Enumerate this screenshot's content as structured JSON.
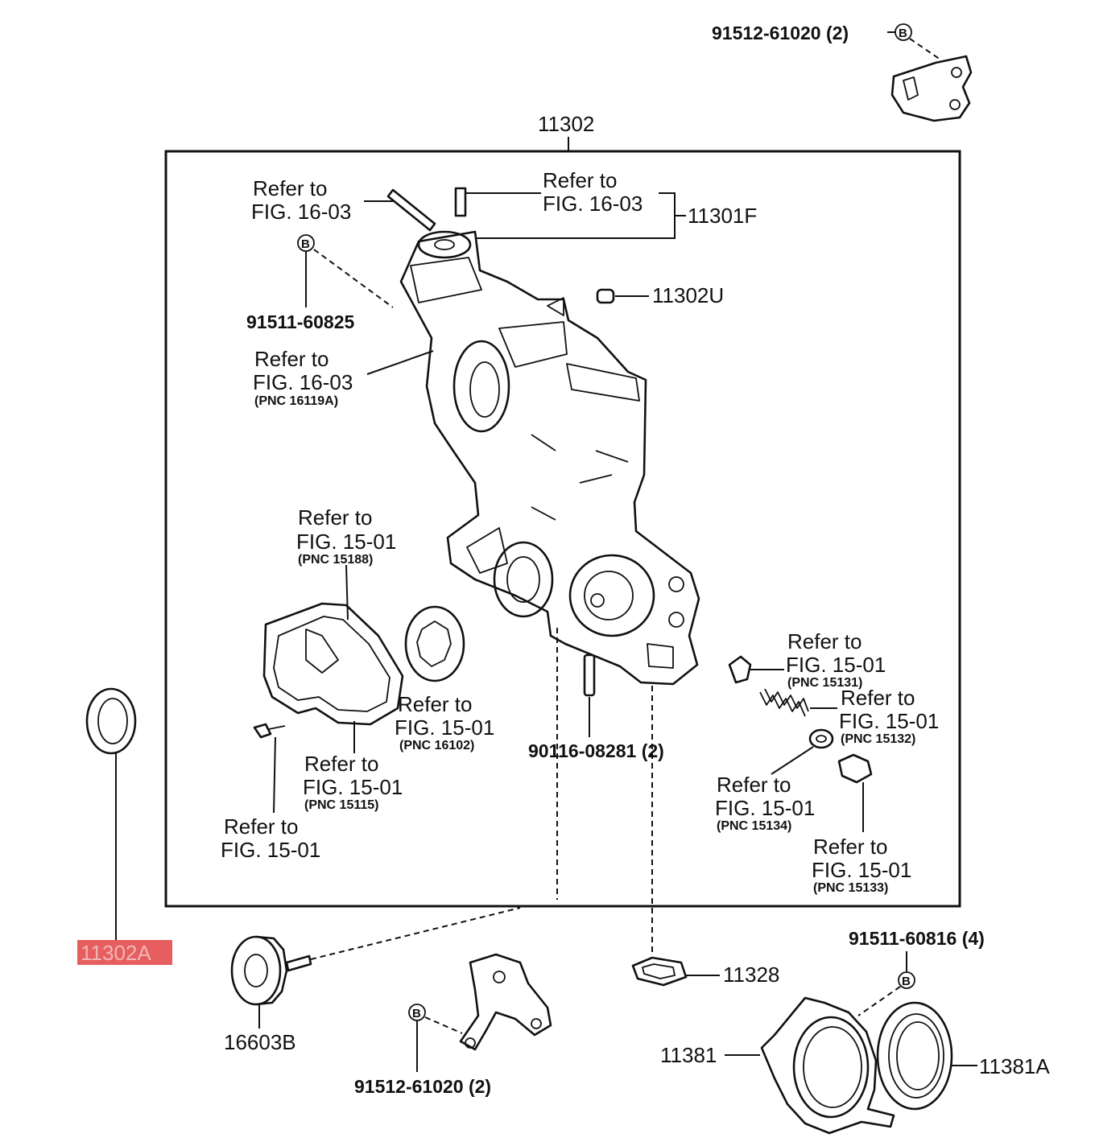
{
  "colors": {
    "highlight": "#e03a3a",
    "ink": "#111111"
  },
  "labels": {
    "p11302": "11302",
    "p11301F": "11301F",
    "p11302U": "11302U",
    "p11302A": "11302A",
    "p16603B": "16603B",
    "p11328": "11328",
    "p11381": "11381",
    "p11381A": "11381A",
    "b91512_top": "91512-61020 (2)",
    "b91512_bottom": "91512-61020 (2)",
    "b91511_60825": "91511-60825",
    "b91511_60816": "91511-60816 (4)",
    "b90116": "90116-08281 (2)",
    "bolt_mark": "B"
  },
  "refs": {
    "r1": {
      "line1": "Refer to",
      "line2": "FIG. 16-03"
    },
    "r2": {
      "line1": "Refer to",
      "line2": "FIG. 16-03"
    },
    "r3": {
      "line1": "Refer to",
      "line2": "FIG. 16-03",
      "pnc": "(PNC 16119A)"
    },
    "r4": {
      "line1": "Refer to",
      "line2": "FIG. 15-01",
      "pnc": "(PNC 15188)"
    },
    "r5": {
      "line1": "Refer to",
      "line2": "FIG. 15-01",
      "pnc": "(PNC 16102)"
    },
    "r6": {
      "line1": "Refer to",
      "line2": "FIG. 15-01",
      "pnc": "(PNC 15115)"
    },
    "r7": {
      "line1": "Refer to",
      "line2": "FIG. 15-01"
    },
    "r8": {
      "line1": "Refer to",
      "line2": "FIG. 15-01",
      "pnc": "(PNC 15131)"
    },
    "r9": {
      "line1": "Refer to",
      "line2": "FIG. 15-01",
      "pnc": "(PNC 15132)"
    },
    "r10": {
      "line1": "Refer to",
      "line2": "FIG. 15-01",
      "pnc": "(PNC 15134)"
    },
    "r11": {
      "line1": "Refer to",
      "line2": "FIG. 15-01",
      "pnc": "(PNC 15133)"
    }
  }
}
